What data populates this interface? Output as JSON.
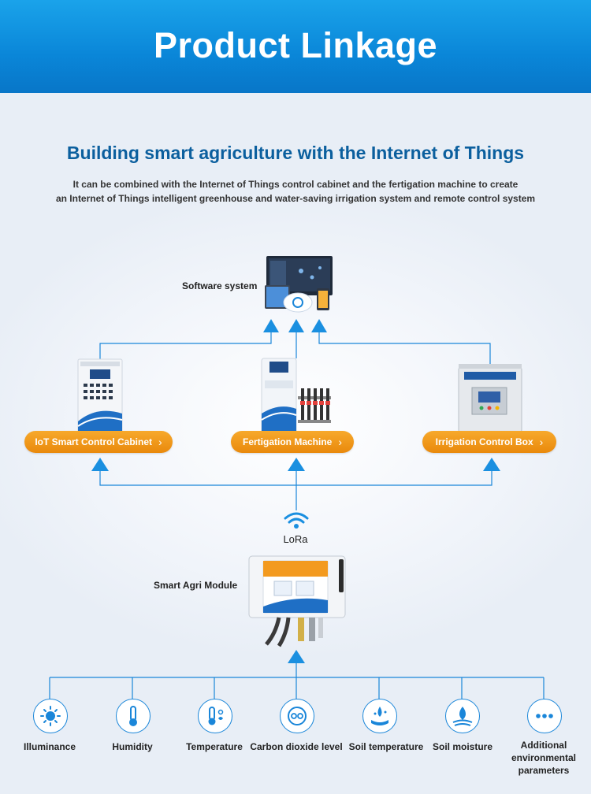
{
  "header": {
    "title": "Product Linkage"
  },
  "intro": {
    "subtitle": "Building smart agriculture with the Internet of Things",
    "desc_line1": "It can be combined with the Internet of Things control cabinet and the fertigation machine to create",
    "desc_line2": "an Internet of Things intelligent greenhouse and water-saving irrigation system and remote control system"
  },
  "software": {
    "label": "Software system"
  },
  "products": [
    {
      "label": "IoT Smart Control Cabinet"
    },
    {
      "label": "Fertigation Machine"
    },
    {
      "label": "Irrigation Control Box"
    }
  ],
  "module": {
    "label": "Smart Agri Module",
    "link": "LoRa"
  },
  "sensors": [
    {
      "label": "Illuminance",
      "icon": "illuminance-icon"
    },
    {
      "label": "Humidity",
      "icon": "humidity-icon"
    },
    {
      "label": "Temperature",
      "icon": "temperature-icon"
    },
    {
      "label": "Carbon dioxide level",
      "icon": "co2-icon"
    },
    {
      "label": "Soil temperature",
      "icon": "soil-temperature-icon"
    },
    {
      "label": "Soil moisture",
      "icon": "soil-moisture-icon"
    },
    {
      "label": "Additional environmental parameters",
      "icon": "more-icon"
    }
  ],
  "colors": {
    "accent": "#1a86d9",
    "pill": "#ef9a1a",
    "header": "#0a86d8"
  }
}
